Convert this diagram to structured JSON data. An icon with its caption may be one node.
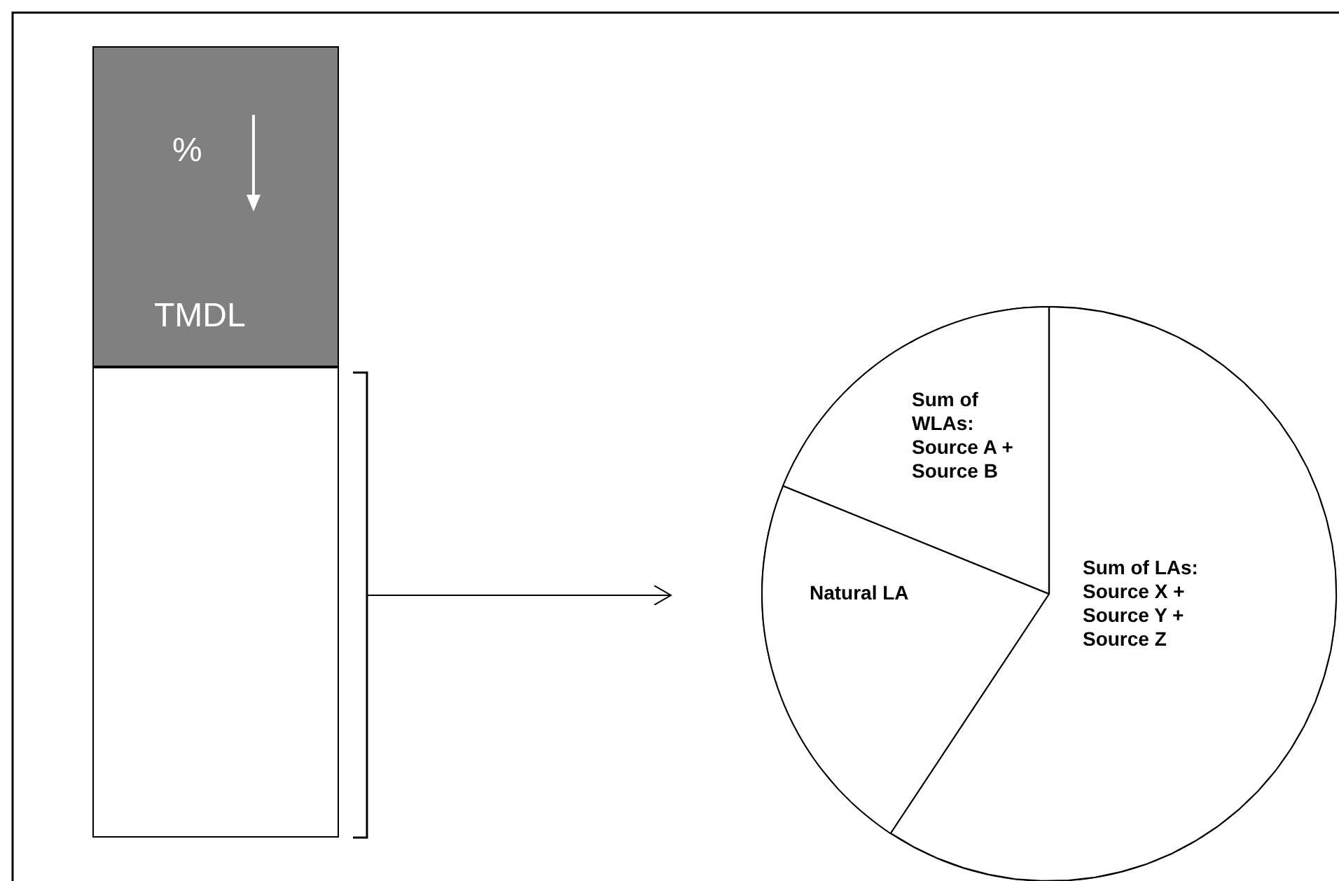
{
  "diagram": {
    "nodes": [
      {
        "text": [
          "%",
          "TMDL"
        ]
      },
      {
        "text": [],
        "shape": "bar"
      },
      {
        "text": [],
        "shape": "circle"
      },
      {
        "text": [
          "Sum of WLAs: Source A + Source B"
        ],
        "in": 2
      },
      {
        "text": [
          "Natural LA"
        ],
        "in": 2
      },
      {
        "text": [
          "Sum of LAs: Source X + Source Y + Source Z"
        ],
        "in": 2
      }
    ],
    "edges": [
      {
        "from": 1,
        "to": 2,
        "arrow": "to"
      }
    ]
  }
}
